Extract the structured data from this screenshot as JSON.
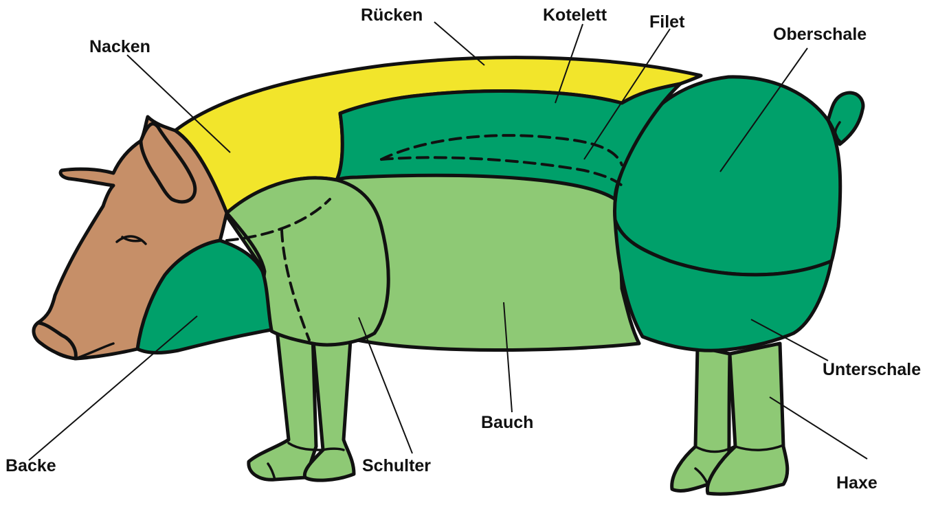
{
  "colors": {
    "head": "#c68f68",
    "yellow_cut": "#f2e52b",
    "dark_green_cut": "#00a06a",
    "light_green_cut": "#8ec975",
    "outline": "#111111"
  },
  "labels": {
    "ruecken": "Rücken",
    "kotelett": "Kotelett",
    "filet": "Filet",
    "oberschale": "Oberschale",
    "nacken": "Nacken",
    "unterschale": "Unterschale",
    "bauch": "Bauch",
    "backe": "Backe",
    "schulter": "Schulter",
    "haxe": "Haxe"
  }
}
